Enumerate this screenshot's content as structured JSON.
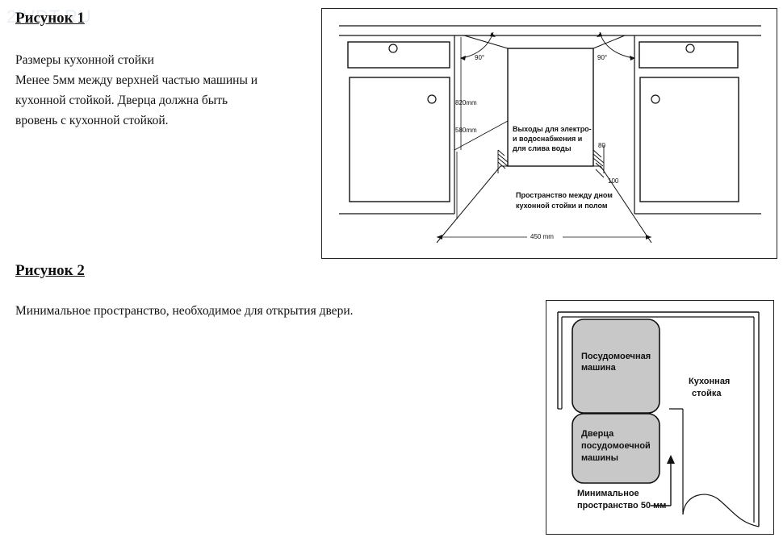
{
  "watermark": "2IVDT.RU",
  "figure1": {
    "heading": "Рисунок 1",
    "description_lines": [
      "Размеры кухонной стойки",
      "Менее 5мм между верхней частью машины и",
      "кухонной стойкой. Дверца должна быть",
      "вровень с кухонной стойкой."
    ],
    "diagram": {
      "angle_left": "90°",
      "angle_right": "90°",
      "dim_height_820": "820mm",
      "dim_height_580": "580mm",
      "outlets_label": [
        "Выходы для электро-",
        "и водоснабжения и",
        "для слива воды"
      ],
      "dim_80": "80",
      "dim_100": "100",
      "floor_space_label": [
        "Пространство между дном",
        "кухонной стойки и полом"
      ],
      "dim_width": "450 mm"
    }
  },
  "figure2": {
    "heading": "Рисунок 2",
    "description": "Минимальное пространство, необходимое для открытия двери.",
    "diagram": {
      "dishwasher_label": [
        "Посудомоечная",
        "машина"
      ],
      "door_label": [
        "Дверца",
        "посудомоечной",
        "машины"
      ],
      "counter_label": [
        "Кухонная",
        "стойка"
      ],
      "min_space_label": [
        "Минимальное",
        "пространство 50 мм"
      ]
    }
  }
}
